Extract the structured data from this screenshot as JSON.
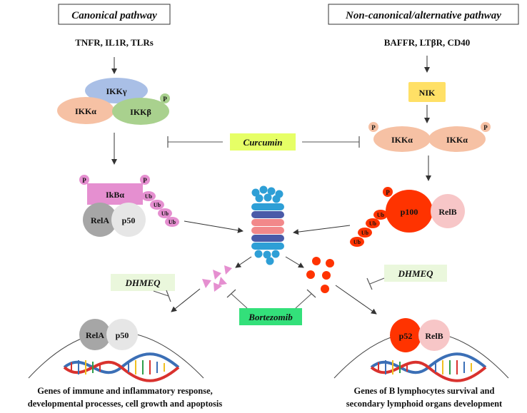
{
  "headers": {
    "canonical": "Canonical pathway",
    "noncanonical": "Non-canonical/alternative pathway"
  },
  "receptors": {
    "canonical": "TNFR, IL1R, TLRs",
    "noncanonical": "BAFFR, LTβR, CD40"
  },
  "canonical": {
    "ikk_gamma": "IKKγ",
    "ikk_alpha": "IKKα",
    "ikk_beta": "IKKβ",
    "ikb_alpha": "IkBα",
    "rela": "RelA",
    "p50": "p50"
  },
  "noncanonical": {
    "nik": "NIK",
    "ikk_alpha_1": "IKKα",
    "ikk_alpha_2": "IKKα",
    "p100": "p100",
    "relb": "RelB"
  },
  "modifiers": {
    "phospho": "P",
    "ubiquitin": "Ub"
  },
  "inhibitors": {
    "curcumin": "Curcumin",
    "dhmeq_left": "DHMEQ",
    "dhmeq_right": "DHMEQ",
    "bortezomib": "Bortezomib"
  },
  "nucleus": {
    "left_rela": "RelA",
    "left_p50": "p50",
    "right_p52": "p52",
    "right_relb": "RelB"
  },
  "outcomes": {
    "left_line1": "Genes of immune and inflammatory response,",
    "left_line2": "developmental processes, cell growth and apoptosis",
    "right_line1": "Genes of B lymphocytes survival and",
    "right_line2": "secondary lymphoid organs development"
  },
  "colors": {
    "ikk_gamma": "#a9bfe6",
    "ikk_alpha": "#f6c1a4",
    "ikk_beta": "#a9d18e",
    "phospho_pink": "#e79ad6",
    "ikb": "#e58fd0",
    "rela_gray": "#a6a6a6",
    "p50_light": "#e6e6e6",
    "nik_yellow": "#ffe066",
    "p100_red": "#ff3300",
    "relb_pink": "#f7c6c7",
    "curcumin_bg": "#e6ff66",
    "dhmeq_bg": "#eaf7dc",
    "bortezomib_bg": "#33e07a",
    "proteasome_blue": "#2e9fd6",
    "proteasome_navy": "#4a5aa8",
    "proteasome_pink": "#f2888a",
    "dna_red": "#d9322e",
    "dna_blue": "#3b6fb6"
  }
}
